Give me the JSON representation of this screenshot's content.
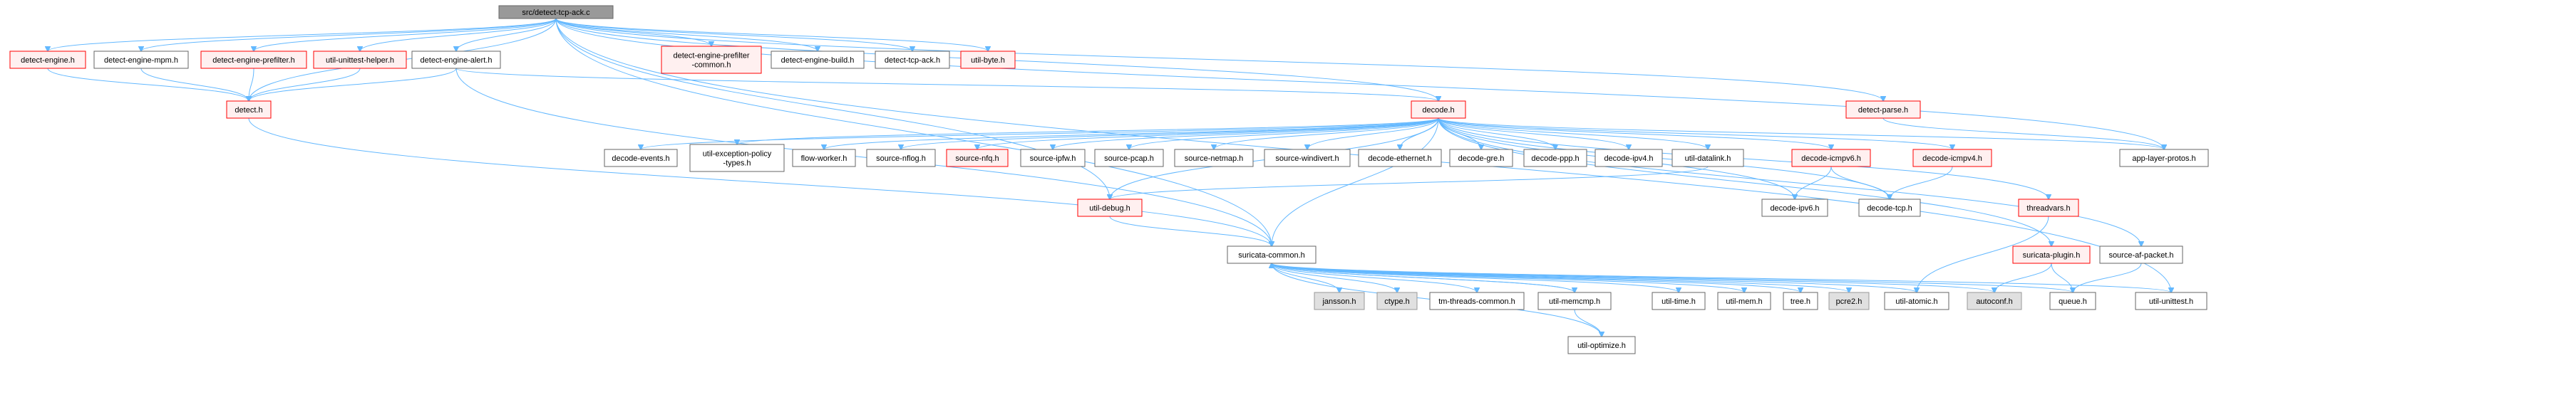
{
  "colors": {
    "edge": "#63b8ff",
    "normal_border": "#666666",
    "normal_fill": "#ffffff",
    "red_border": "#ff0000",
    "red_fill": "#fff0f0",
    "gray_border": "#999999",
    "gray_fill": "#e0e0e0",
    "root_border": "#666666",
    "root_fill": "#999999"
  },
  "nodes": [
    {
      "id": "root",
      "label": [
        "src/detect-tcp-ack.c"
      ],
      "style": "root"
    },
    {
      "id": "detect-engine-h",
      "label": [
        "detect-engine.h"
      ],
      "style": "red"
    },
    {
      "id": "detect-engine-mpm-h",
      "label": [
        "detect-engine-mpm.h"
      ],
      "style": "normal"
    },
    {
      "id": "detect-engine-prefilter-h",
      "label": [
        "detect-engine-prefilter.h"
      ],
      "style": "red"
    },
    {
      "id": "util-unittest-helper-h",
      "label": [
        "util-unittest-helper.h"
      ],
      "style": "red"
    },
    {
      "id": "detect-engine-alert-h",
      "label": [
        "detect-engine-alert.h"
      ],
      "style": "normal"
    },
    {
      "id": "detect-engine-prefilter-common-h",
      "label": [
        "detect-engine-prefilter",
        "-common.h"
      ],
      "style": "red"
    },
    {
      "id": "detect-engine-build-h",
      "label": [
        "detect-engine-build.h"
      ],
      "style": "normal"
    },
    {
      "id": "detect-tcp-ack-h",
      "label": [
        "detect-tcp-ack.h"
      ],
      "style": "normal"
    },
    {
      "id": "util-byte-h",
      "label": [
        "util-byte.h"
      ],
      "style": "red"
    },
    {
      "id": "detect-h",
      "label": [
        "detect.h"
      ],
      "style": "red"
    },
    {
      "id": "detect-parse-h",
      "label": [
        "detect-parse.h"
      ],
      "style": "red"
    },
    {
      "id": "decode-h",
      "label": [
        "decode.h"
      ],
      "style": "red"
    },
    {
      "id": "app-layer-protos-h",
      "label": [
        "app-layer-protos.h"
      ],
      "style": "normal"
    },
    {
      "id": "decode-events-h",
      "label": [
        "decode-events.h"
      ],
      "style": "normal"
    },
    {
      "id": "util-exception-policy-types-h",
      "label": [
        "util-exception-policy",
        "-types.h"
      ],
      "style": "normal"
    },
    {
      "id": "flow-worker-h",
      "label": [
        "flow-worker.h"
      ],
      "style": "normal"
    },
    {
      "id": "source-nflog-h",
      "label": [
        "source-nflog.h"
      ],
      "style": "normal"
    },
    {
      "id": "source-nfq-h",
      "label": [
        "source-nfq.h"
      ],
      "style": "red"
    },
    {
      "id": "source-ipfw-h",
      "label": [
        "source-ipfw.h"
      ],
      "style": "normal"
    },
    {
      "id": "source-pcap-h",
      "label": [
        "source-pcap.h"
      ],
      "style": "normal"
    },
    {
      "id": "source-netmap-h",
      "label": [
        "source-netmap.h"
      ],
      "style": "normal"
    },
    {
      "id": "source-windivert-h",
      "label": [
        "source-windivert.h"
      ],
      "style": "normal"
    },
    {
      "id": "decode-ethernet-h",
      "label": [
        "decode-ethernet.h"
      ],
      "style": "normal"
    },
    {
      "id": "decode-gre-h",
      "label": [
        "decode-gre.h"
      ],
      "style": "normal"
    },
    {
      "id": "decode-ppp-h",
      "label": [
        "decode-ppp.h"
      ],
      "style": "normal"
    },
    {
      "id": "decode-ipv4-h",
      "label": [
        "decode-ipv4.h"
      ],
      "style": "normal"
    },
    {
      "id": "util-datalink-h",
      "label": [
        "util-datalink.h"
      ],
      "style": "normal"
    },
    {
      "id": "decode-icmpv6-h",
      "label": [
        "decode-icmpv6.h"
      ],
      "style": "red"
    },
    {
      "id": "decode-icmpv4-h",
      "label": [
        "decode-icmpv4.h"
      ],
      "style": "red"
    },
    {
      "id": "decode-ipv6-h",
      "label": [
        "decode-ipv6.h"
      ],
      "style": "normal"
    },
    {
      "id": "decode-tcp-h",
      "label": [
        "decode-tcp.h"
      ],
      "style": "normal"
    },
    {
      "id": "threadvars-h",
      "label": [
        "threadvars.h"
      ],
      "style": "red"
    },
    {
      "id": "util-debug-h",
      "label": [
        "util-debug.h"
      ],
      "style": "red"
    },
    {
      "id": "suricata-plugin-h",
      "label": [
        "suricata-plugin.h"
      ],
      "style": "red"
    },
    {
      "id": "source-af-packet-h",
      "label": [
        "source-af-packet.h"
      ],
      "style": "normal"
    },
    {
      "id": "suricata-common-h",
      "label": [
        "suricata-common.h"
      ],
      "style": "normal"
    },
    {
      "id": "jansson-h",
      "label": [
        "jansson.h"
      ],
      "style": "gray"
    },
    {
      "id": "ctype-h",
      "label": [
        "ctype.h"
      ],
      "style": "gray"
    },
    {
      "id": "tm-threads-common-h",
      "label": [
        "tm-threads-common.h"
      ],
      "style": "normal"
    },
    {
      "id": "util-memcmp-h",
      "label": [
        "util-memcmp.h"
      ],
      "style": "normal"
    },
    {
      "id": "util-time-h",
      "label": [
        "util-time.h"
      ],
      "style": "normal"
    },
    {
      "id": "util-mem-h",
      "label": [
        "util-mem.h"
      ],
      "style": "normal"
    },
    {
      "id": "tree-h",
      "label": [
        "tree.h"
      ],
      "style": "normal"
    },
    {
      "id": "pcre2-h",
      "label": [
        "pcre2.h"
      ],
      "style": "gray"
    },
    {
      "id": "util-atomic-h",
      "label": [
        "util-atomic.h"
      ],
      "style": "normal"
    },
    {
      "id": "autoconf-h",
      "label": [
        "autoconf.h"
      ],
      "style": "gray"
    },
    {
      "id": "queue-h",
      "label": [
        "queue.h"
      ],
      "style": "normal"
    },
    {
      "id": "util-unittest-h",
      "label": [
        "util-unittest.h"
      ],
      "style": "normal"
    },
    {
      "id": "util-optimize-h",
      "label": [
        "util-optimize.h"
      ],
      "style": "normal"
    }
  ],
  "edges": [
    [
      "root",
      "detect-engine-h"
    ],
    [
      "root",
      "detect-engine-mpm-h"
    ],
    [
      "root",
      "detect-engine-prefilter-h"
    ],
    [
      "root",
      "util-unittest-helper-h"
    ],
    [
      "root",
      "detect-engine-alert-h"
    ],
    [
      "root",
      "detect-engine-prefilter-common-h"
    ],
    [
      "root",
      "detect-engine-build-h"
    ],
    [
      "root",
      "detect-tcp-ack-h"
    ],
    [
      "root",
      "util-byte-h"
    ],
    [
      "root",
      "detect-h"
    ],
    [
      "root",
      "detect-parse-h"
    ],
    [
      "root",
      "decode-h"
    ],
    [
      "root",
      "util-debug-h"
    ],
    [
      "root",
      "suricata-common-h"
    ],
    [
      "root",
      "app-layer-protos-h"
    ],
    [
      "root",
      "util-unittest-h"
    ],
    [
      "detect-engine-h",
      "detect-h"
    ],
    [
      "detect-engine-mpm-h",
      "detect-h"
    ],
    [
      "detect-engine-prefilter-h",
      "detect-h"
    ],
    [
      "util-unittest-helper-h",
      "detect-h"
    ],
    [
      "detect-engine-alert-h",
      "detect-h"
    ],
    [
      "detect-engine-alert-h",
      "decode-h"
    ],
    [
      "detect-engine-alert-h",
      "suricata-common-h"
    ],
    [
      "detect-h",
      "suricata-common-h"
    ],
    [
      "detect-parse-h",
      "app-layer-protos-h"
    ],
    [
      "decode-h",
      "app-layer-protos-h"
    ],
    [
      "decode-h",
      "decode-events-h"
    ],
    [
      "decode-h",
      "util-exception-policy-types-h"
    ],
    [
      "decode-h",
      "flow-worker-h"
    ],
    [
      "decode-h",
      "source-nflog-h"
    ],
    [
      "decode-h",
      "source-nfq-h"
    ],
    [
      "decode-h",
      "source-ipfw-h"
    ],
    [
      "decode-h",
      "source-pcap-h"
    ],
    [
      "decode-h",
      "source-netmap-h"
    ],
    [
      "decode-h",
      "source-windivert-h"
    ],
    [
      "decode-h",
      "decode-ethernet-h"
    ],
    [
      "decode-h",
      "decode-gre-h"
    ],
    [
      "decode-h",
      "decode-ppp-h"
    ],
    [
      "decode-h",
      "decode-ipv4-h"
    ],
    [
      "decode-h",
      "util-datalink-h"
    ],
    [
      "decode-h",
      "decode-icmpv6-h"
    ],
    [
      "decode-h",
      "decode-icmpv4-h"
    ],
    [
      "decode-h",
      "decode-ipv6-h"
    ],
    [
      "decode-h",
      "decode-tcp-h"
    ],
    [
      "decode-h",
      "threadvars-h"
    ],
    [
      "decode-h",
      "util-debug-h"
    ],
    [
      "decode-h",
      "suricata-plugin-h"
    ],
    [
      "decode-h",
      "source-af-packet-h"
    ],
    [
      "decode-h",
      "suricata-common-h"
    ],
    [
      "util-datalink-h",
      "util-debug-h"
    ],
    [
      "decode-icmpv6-h",
      "decode-ipv6-h"
    ],
    [
      "decode-icmpv6-h",
      "decode-tcp-h"
    ],
    [
      "decode-icmpv4-h",
      "decode-tcp-h"
    ],
    [
      "util-debug-h",
      "suricata-common-h"
    ],
    [
      "threadvars-h",
      "util-atomic-h"
    ],
    [
      "suricata-plugin-h",
      "autoconf-h"
    ],
    [
      "suricata-plugin-h",
      "queue-h"
    ],
    [
      "source-af-packet-h",
      "queue-h"
    ],
    [
      "suricata-common-h",
      "jansson-h"
    ],
    [
      "suricata-common-h",
      "ctype-h"
    ],
    [
      "suricata-common-h",
      "tm-threads-common-h"
    ],
    [
      "suricata-common-h",
      "util-memcmp-h"
    ],
    [
      "suricata-common-h",
      "util-time-h"
    ],
    [
      "suricata-common-h",
      "util-mem-h"
    ],
    [
      "suricata-common-h",
      "tree-h"
    ],
    [
      "suricata-common-h",
      "pcre2-h"
    ],
    [
      "suricata-common-h",
      "util-atomic-h"
    ],
    [
      "suricata-common-h",
      "autoconf-h"
    ],
    [
      "suricata-common-h",
      "queue-h"
    ],
    [
      "suricata-common-h",
      "util-unittest-h"
    ],
    [
      "util-memcmp-h",
      "util-optimize-h"
    ],
    [
      "util-memcmp-h",
      "suricata-common-h"
    ],
    [
      "util-optimize-h",
      "suricata-common-h"
    ]
  ]
}
